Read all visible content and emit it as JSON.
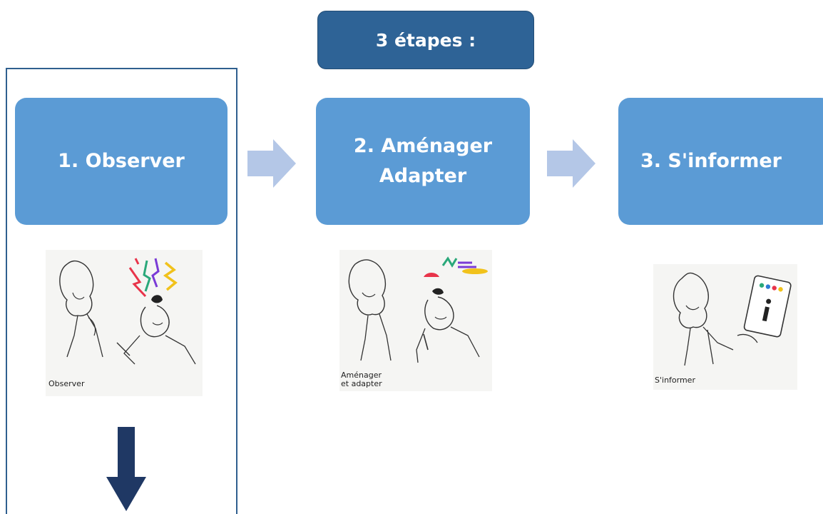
{
  "header": {
    "title": "3 étapes :"
  },
  "steps": [
    {
      "line1": "1. Observer",
      "line2": "",
      "caption_line1": "Observer",
      "caption_line2": ""
    },
    {
      "line1": "2. Aménager",
      "line2": "Adapter",
      "caption_line1": "Aménager",
      "caption_line2": "et adapter"
    },
    {
      "line1": "3. S'informer",
      "line2": "",
      "caption_line1": "S'informer",
      "caption_line2": ""
    }
  ],
  "colors": {
    "header_fill": "#2e6396",
    "step_fill": "#5b9bd5",
    "arrow_fill": "#b4c7e7",
    "down_arrow_fill": "#1f3864",
    "frame_border": "#2f5f8f"
  },
  "icons": {
    "step_arrow": "right-chevron-arrow-icon",
    "down_arrow": "down-arrow-icon"
  }
}
